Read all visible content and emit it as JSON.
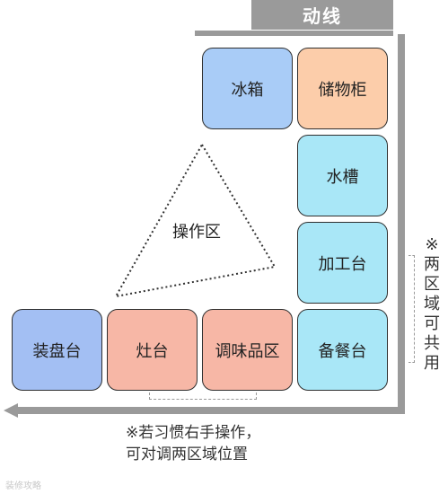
{
  "header": {
    "title": "动线"
  },
  "boxes": {
    "fridge": "冰箱",
    "cabinet": "储物柜",
    "sink": "水槽",
    "prep": "加工台",
    "serving": "备餐台",
    "plating": "装盘台",
    "stove": "灶台",
    "seasoning": "调味品区"
  },
  "triangle_label": "操作区",
  "side_note": "※两区域可共用",
  "bottom_note": {
    "line1": "※若习惯右手操作，",
    "line2": "可对调两区域位置"
  },
  "watermark": "装修攻略",
  "colors": {
    "blue": "#a9ccf7",
    "orange": "#fccdaa",
    "cyan": "#a9e7f7",
    "indigo": "#a3bff3",
    "salmon": "#f7b7a6",
    "flow_bar": "#9a9a9a"
  }
}
